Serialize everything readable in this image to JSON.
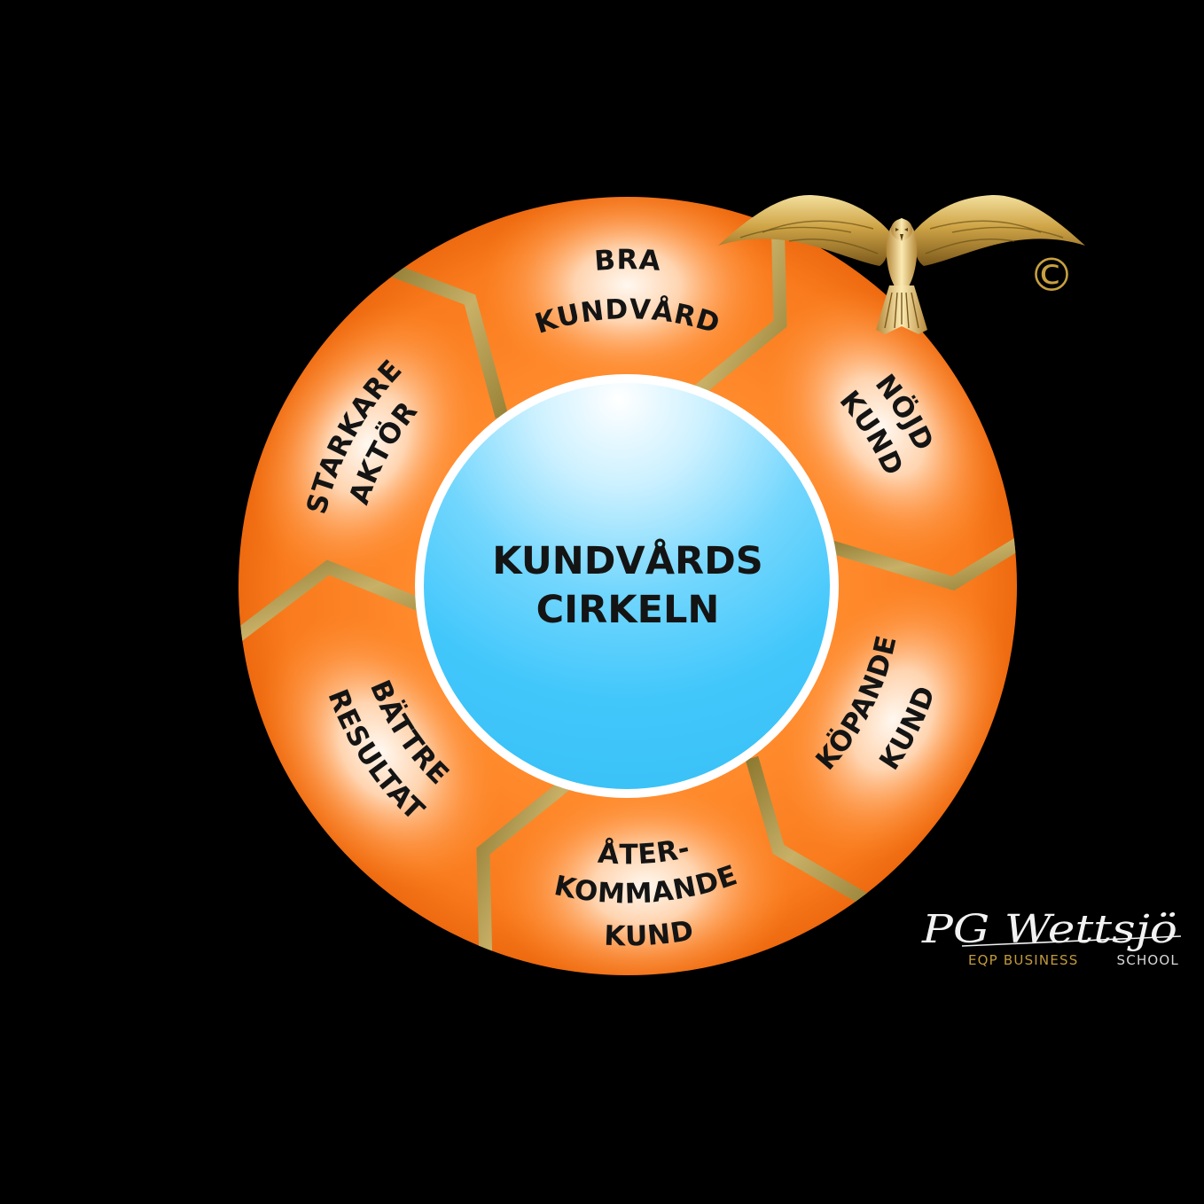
{
  "diagram": {
    "center": {
      "lines": [
        "KUNDVÅRDS",
        "CIRKELN"
      ]
    },
    "segments": [
      {
        "lines": [
          "BRA",
          "KUNDVÅRD"
        ]
      },
      {
        "lines": [
          "NÖJD",
          "KUND"
        ]
      },
      {
        "lines": [
          "KÖPANDE",
          "KUND"
        ]
      },
      {
        "lines": [
          "ÅTER-",
          "KOMMANDE",
          "KUND"
        ]
      },
      {
        "lines": [
          "BÄTTRE",
          "RESULTAT"
        ]
      },
      {
        "lines": [
          "STARKARE",
          "AKTÖR"
        ]
      }
    ]
  },
  "branding": {
    "logo_icon": "eagle-icon",
    "copyright": "©",
    "signature": "PG Wettsjö",
    "school_name": "EQP BUSINESS",
    "school_suffix": "SCHOOL"
  },
  "colors": {
    "background": "#000000",
    "ring": "#f7791c",
    "segment_highlight": "#fff8f0",
    "dividers": "#b39a4f",
    "center": "#3fc6fa",
    "center_border": "#ffffff",
    "label_text": "#141414",
    "logo_gold": "#c9a545"
  }
}
